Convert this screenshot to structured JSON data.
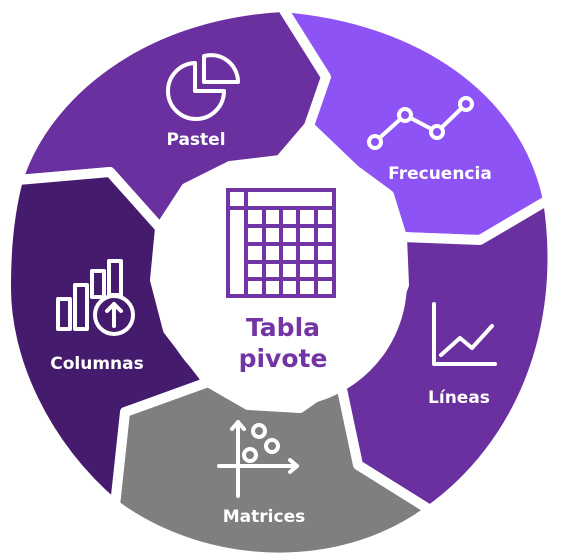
{
  "center": {
    "line1": "Tabla",
    "line2": "pivote",
    "icon": "pivot-table-grid-icon"
  },
  "segments": [
    {
      "id": "pastel",
      "label": "Pastel",
      "icon": "pie-chart-icon"
    },
    {
      "id": "frecuencia",
      "label": "Frecuencia",
      "icon": "line-graph-points-icon"
    },
    {
      "id": "lineas",
      "label": "Líneas",
      "icon": "line-chart-icon"
    },
    {
      "id": "matrices",
      "label": "Matrices",
      "icon": "scatter-plot-icon"
    },
    {
      "id": "columnas",
      "label": "Columnas",
      "icon": "bar-chart-growth-icon"
    }
  ],
  "colors": {
    "pastel": "#6a30a0",
    "frecuencia": "#8d53f5",
    "lineas": "#6a30a0",
    "matrices": "#7f7f7f",
    "columnas": "#451c6d",
    "center_fill": "#ffffff",
    "center_accent": "#7335a5",
    "gap": "#ffffff",
    "icon_stroke": "#ffffff"
  }
}
